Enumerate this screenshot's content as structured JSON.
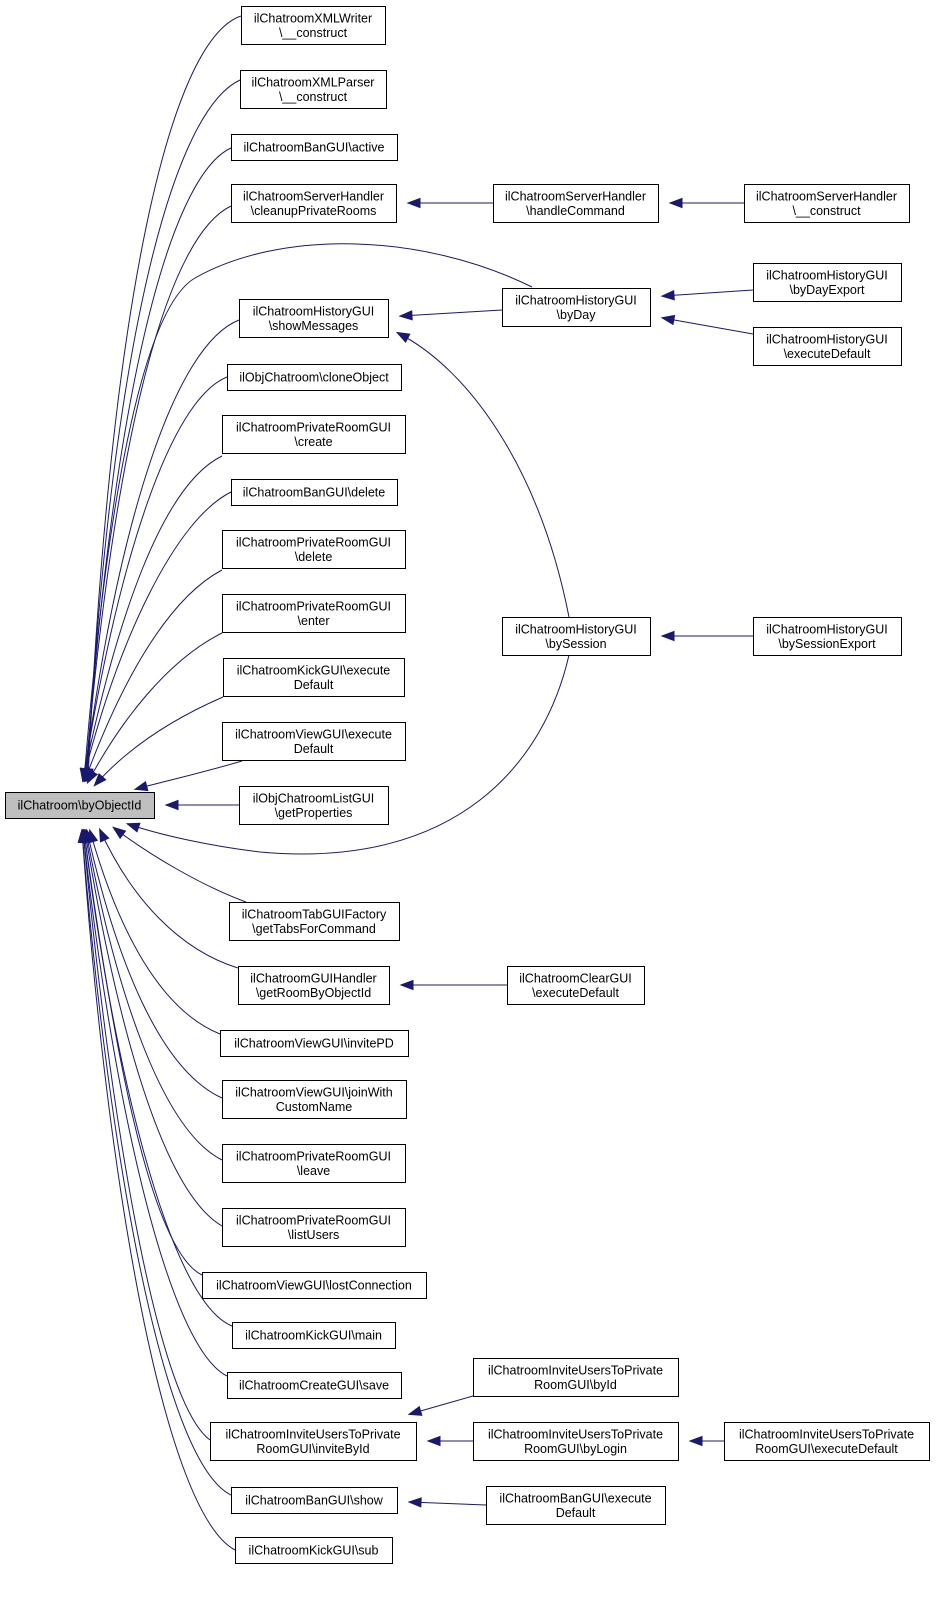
{
  "diagram": {
    "type": "call-graph",
    "edge_color": "#191970",
    "root_fill": "#bfbfbf",
    "nodes": [
      {
        "id": "root",
        "lines": [
          "ilChatroom\\byObjectId"
        ],
        "root": true
      },
      {
        "id": "xmlwriter",
        "lines": [
          "ilChatroomXMLWriter",
          "\\__construct"
        ]
      },
      {
        "id": "xmlparser",
        "lines": [
          "ilChatroomXMLParser",
          "\\__construct"
        ]
      },
      {
        "id": "banactive",
        "lines": [
          "ilChatroomBanGUI\\active"
        ]
      },
      {
        "id": "cleanup",
        "lines": [
          "ilChatroomServerHandler",
          "\\cleanupPrivateRooms"
        ]
      },
      {
        "id": "handlecmd",
        "lines": [
          "ilChatroomServerHandler",
          "\\handleCommand"
        ]
      },
      {
        "id": "srvconstruct",
        "lines": [
          "ilChatroomServerHandler",
          "\\__construct"
        ]
      },
      {
        "id": "showmsg",
        "lines": [
          "ilChatroomHistoryGUI",
          "\\showMessages"
        ]
      },
      {
        "id": "byday",
        "lines": [
          "ilChatroomHistoryGUI",
          "\\byDay"
        ]
      },
      {
        "id": "bydayexport",
        "lines": [
          "ilChatroomHistoryGUI",
          "\\byDayExport"
        ]
      },
      {
        "id": "histexec",
        "lines": [
          "ilChatroomHistoryGUI",
          "\\executeDefault"
        ]
      },
      {
        "id": "clone",
        "lines": [
          "ilObjChatroom\\cloneObject"
        ]
      },
      {
        "id": "privcreate",
        "lines": [
          "ilChatroomPrivateRoomGUI",
          "\\create"
        ]
      },
      {
        "id": "bandelete",
        "lines": [
          "ilChatroomBanGUI\\delete"
        ]
      },
      {
        "id": "privdelete",
        "lines": [
          "ilChatroomPrivateRoomGUI",
          "\\delete"
        ]
      },
      {
        "id": "priventer",
        "lines": [
          "ilChatroomPrivateRoomGUI",
          "\\enter"
        ]
      },
      {
        "id": "bysession",
        "lines": [
          "ilChatroomHistoryGUI",
          "\\bySession"
        ]
      },
      {
        "id": "bysessionexport",
        "lines": [
          "ilChatroomHistoryGUI",
          "\\bySessionExport"
        ]
      },
      {
        "id": "kickexec",
        "lines": [
          "ilChatroomKickGUI\\execute",
          "Default"
        ]
      },
      {
        "id": "viewexec",
        "lines": [
          "ilChatroomViewGUI\\execute",
          "Default"
        ]
      },
      {
        "id": "listgui",
        "lines": [
          "ilObjChatroomListGUI",
          "\\getProperties"
        ]
      },
      {
        "id": "tabfactory",
        "lines": [
          "ilChatroomTabGUIFactory",
          "\\getTabsForCommand"
        ]
      },
      {
        "id": "guihandler",
        "lines": [
          "ilChatroomGUIHandler",
          "\\getRoomByObjectId"
        ]
      },
      {
        "id": "clearexec",
        "lines": [
          "ilChatroomClearGUI",
          "\\executeDefault"
        ]
      },
      {
        "id": "invitepd",
        "lines": [
          "ilChatroomViewGUI\\invitePD"
        ]
      },
      {
        "id": "joinwith",
        "lines": [
          "ilChatroomViewGUI\\joinWith",
          "CustomName"
        ]
      },
      {
        "id": "privleave",
        "lines": [
          "ilChatroomPrivateRoomGUI",
          "\\leave"
        ]
      },
      {
        "id": "privlist",
        "lines": [
          "ilChatroomPrivateRoomGUI",
          "\\listUsers"
        ]
      },
      {
        "id": "lostconn",
        "lines": [
          "ilChatroomViewGUI\\lostConnection"
        ]
      },
      {
        "id": "kickmain",
        "lines": [
          "ilChatroomKickGUI\\main"
        ]
      },
      {
        "id": "createsave",
        "lines": [
          "ilChatroomCreateGUI\\save"
        ]
      },
      {
        "id": "invitebyid",
        "lines": [
          "ilChatroomInviteUsersToPrivate",
          "RoomGUI\\inviteById"
        ]
      },
      {
        "id": "byid",
        "lines": [
          "ilChatroomInviteUsersToPrivate",
          "RoomGUI\\byId"
        ]
      },
      {
        "id": "bylogin",
        "lines": [
          "ilChatroomInviteUsersToPrivate",
          "RoomGUI\\byLogin"
        ]
      },
      {
        "id": "inviteexec",
        "lines": [
          "ilChatroomInviteUsersToPrivate",
          "RoomGUI\\executeDefault"
        ]
      },
      {
        "id": "banshow",
        "lines": [
          "ilChatroomBanGUI\\show"
        ]
      },
      {
        "id": "banexec",
        "lines": [
          "ilChatroomBanGUI\\execute",
          "Default"
        ]
      },
      {
        "id": "kicksub",
        "lines": [
          "ilChatroomKickGUI\\sub"
        ]
      }
    ],
    "edges": [
      {
        "from": "xmlwriter",
        "to": "root"
      },
      {
        "from": "xmlparser",
        "to": "root"
      },
      {
        "from": "banactive",
        "to": "root"
      },
      {
        "from": "cleanup",
        "to": "root"
      },
      {
        "from": "handlecmd",
        "to": "cleanup"
      },
      {
        "from": "srvconstruct",
        "to": "handlecmd"
      },
      {
        "from": "byday",
        "to": "root"
      },
      {
        "from": "showmsg",
        "to": "root"
      },
      {
        "from": "byday",
        "to": "showmsg"
      },
      {
        "from": "bysession",
        "to": "showmsg"
      },
      {
        "from": "bydayexport",
        "to": "byday"
      },
      {
        "from": "histexec",
        "to": "byday"
      },
      {
        "from": "clone",
        "to": "root"
      },
      {
        "from": "privcreate",
        "to": "root"
      },
      {
        "from": "bandelete",
        "to": "root"
      },
      {
        "from": "privdelete",
        "to": "root"
      },
      {
        "from": "priventer",
        "to": "root"
      },
      {
        "from": "kickexec",
        "to": "root"
      },
      {
        "from": "viewexec",
        "to": "root"
      },
      {
        "from": "listgui",
        "to": "root"
      },
      {
        "from": "bysession",
        "to": "root"
      },
      {
        "from": "bysessionexport",
        "to": "bysession"
      },
      {
        "from": "tabfactory",
        "to": "root"
      },
      {
        "from": "guihandler",
        "to": "root"
      },
      {
        "from": "clearexec",
        "to": "guihandler"
      },
      {
        "from": "invitepd",
        "to": "root"
      },
      {
        "from": "joinwith",
        "to": "root"
      },
      {
        "from": "privleave",
        "to": "root"
      },
      {
        "from": "privlist",
        "to": "root"
      },
      {
        "from": "lostconn",
        "to": "root"
      },
      {
        "from": "kickmain",
        "to": "root"
      },
      {
        "from": "createsave",
        "to": "root"
      },
      {
        "from": "invitebyid",
        "to": "root"
      },
      {
        "from": "byid",
        "to": "invitebyid"
      },
      {
        "from": "bylogin",
        "to": "invitebyid"
      },
      {
        "from": "inviteexec",
        "to": "bylogin"
      },
      {
        "from": "banshow",
        "to": "root"
      },
      {
        "from": "banexec",
        "to": "banshow"
      },
      {
        "from": "kicksub",
        "to": "root"
      }
    ]
  }
}
